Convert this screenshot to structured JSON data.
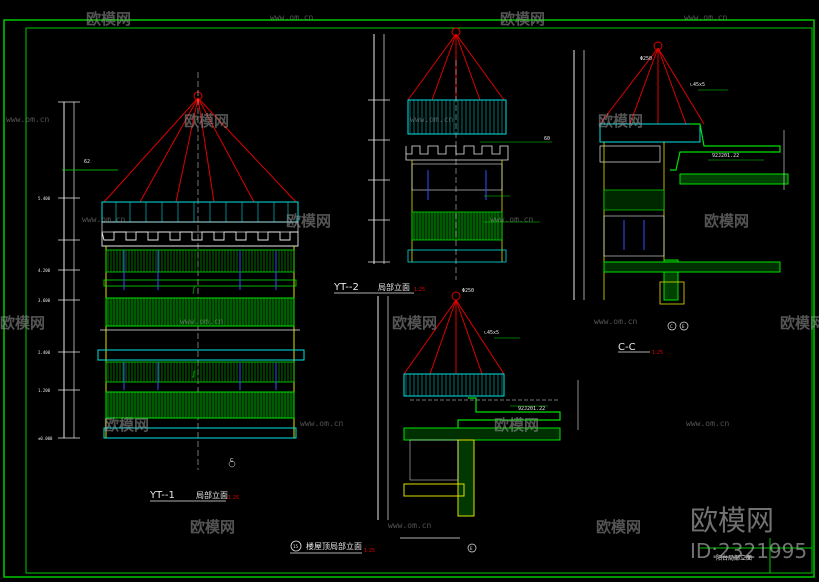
{
  "watermark": {
    "brand": "欧模网",
    "site": "www.om.cn",
    "id_text": "ID:2321995"
  },
  "labels": {
    "yt1": "YT--1",
    "yt1_sub": "局部立面",
    "yt1_scale": "1:25",
    "yt2": "YT--2",
    "yt2_sub": "局部立面",
    "yt2_scale": "1:25",
    "cc": "C-C",
    "cc_scale": "1:25",
    "roof_title": "楼屋顶局部立面",
    "roof_num": "15",
    "roof_scale": "1:25",
    "title_block": "阳台局部立面",
    "circle_c": "C",
    "circle_e": "E",
    "dim_60": "60",
    "dim_62": "62",
    "note_l45": "∟45x5",
    "note_code": "92J201.22",
    "note_d250": "Φ250"
  },
  "colors": {
    "frame": "#00c800",
    "red": "#e00000",
    "cyan": "#00e0e0",
    "yellow": "#e0e000",
    "green": "#00e000",
    "white": "#e8e8e8",
    "blue": "#3050ff"
  }
}
